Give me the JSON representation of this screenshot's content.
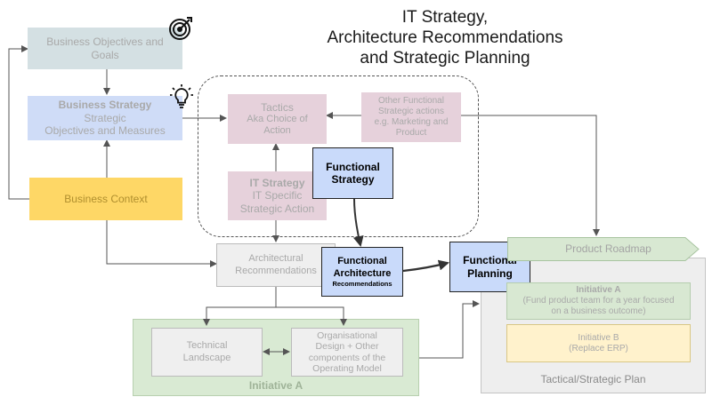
{
  "title": {
    "line1": "IT Strategy,",
    "line2": "Architecture Recommendations",
    "line3": "and Strategic Planning"
  },
  "nodes": {
    "business_objectives": {
      "line1": "Business Objectives and",
      "line2": "Goals"
    },
    "business_strategy": {
      "line1": "Business Strategy",
      "line2": "Strategic",
      "line3": "Objectives and Measures"
    },
    "business_context": {
      "label": "Business Context"
    },
    "tactics": {
      "line1": "Tactics",
      "line2": "Aka Choice of",
      "line3": "Action"
    },
    "other_functional": {
      "line1": "Other Functional",
      "line2": "Strategic actions",
      "line3": "e.g. Marketing and",
      "line4": "Product"
    },
    "it_strategy": {
      "line1": "IT Strategy",
      "line2": "IT Specific",
      "line3": "Strategic Action"
    },
    "functional_strategy": {
      "line1": "Functional",
      "line2": "Strategy"
    },
    "architectural_recommendations": {
      "line1": "Architectural",
      "line2": "Recommendations"
    },
    "functional_architecture": {
      "line1": "Functional",
      "line2": "Architecture",
      "line3": "Recommendations"
    },
    "functional_planning": {
      "line1": "Functional",
      "line2": "Planning"
    },
    "product_roadmap": {
      "label": "Product Roadmap"
    },
    "initiative_a_plan": {
      "line1": "Initiative A",
      "line2": "(Fund product team for a year focused",
      "line3": "on a business outcome)"
    },
    "initiative_b": {
      "line1": "Initiative B",
      "line2": "(Replace ERP)"
    },
    "tactical_plan": {
      "label": "Tactical/Strategic Plan"
    },
    "technical_landscape": {
      "line1": "Technical",
      "line2": "Landscape"
    },
    "organisational_design": {
      "line1": "Organisational",
      "line2": "Design + Other",
      "line3": "components of the",
      "line4": "Operating Model"
    },
    "initiative_a_group": {
      "label": "Initiative A"
    }
  },
  "icons": {
    "target": "target-icon",
    "lightbulb": "lightbulb-icon"
  },
  "colors": {
    "business_grey": "#d4e0e3",
    "business_blue": "#cfdcf7",
    "business_yellow": "#fed766",
    "tactics_pink": "#e6d1db",
    "functional_blue": "#c9dafa",
    "roadmap_green": "#d8e8d2",
    "initiative_group_green": "#d9ead3",
    "initiative_b_yellow": "#fff2cc",
    "plan_grey": "#eeeeee"
  }
}
